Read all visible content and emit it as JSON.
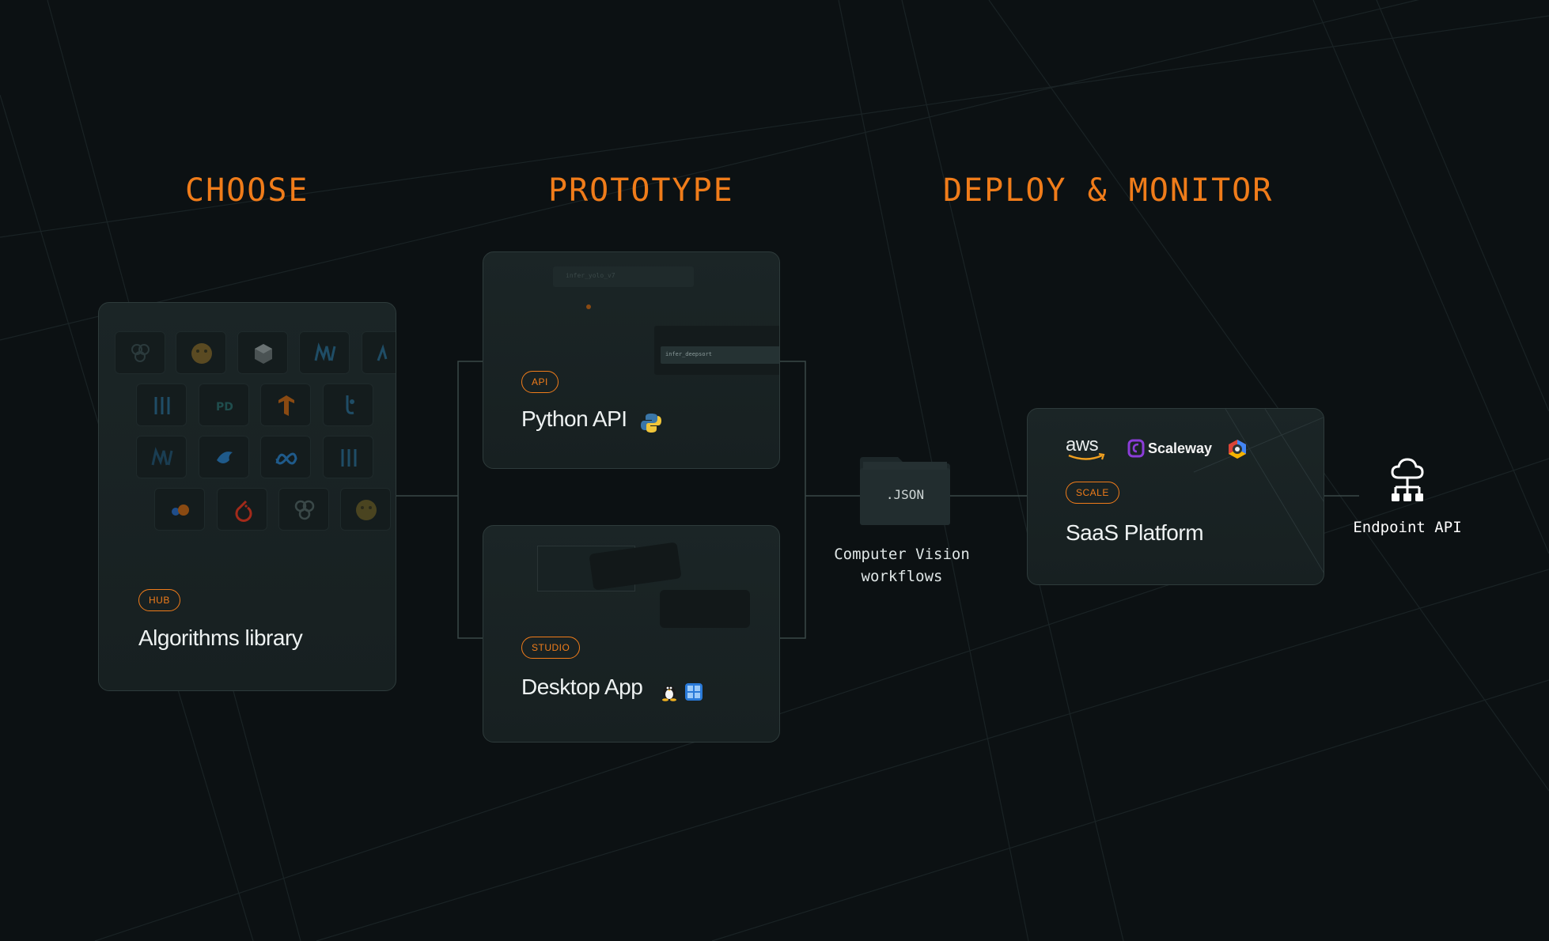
{
  "headings": {
    "choose": "CHOOSE",
    "prototype": "PROTOTYPE",
    "deploy": "DEPLOY & MONITOR"
  },
  "hub_card": {
    "badge": "HUB",
    "title": "Algorithms library"
  },
  "api_card": {
    "badge": "API",
    "title": "Python API",
    "snippet_line1": "infer_yolo_v7",
    "snippet_line2": "infer_deepsort"
  },
  "studio_card": {
    "badge": "STUDIO",
    "title": "Desktop App"
  },
  "json_node": {
    "file_label": ".JSON",
    "caption_line1": "Computer Vision",
    "caption_line2": "workflows"
  },
  "scale_card": {
    "badge": "SCALE",
    "title": "SaaS Platform",
    "providers": [
      "aws",
      "Scaleway"
    ]
  },
  "endpoint": {
    "label": "Endpoint API"
  },
  "colors": {
    "accent": "#f07c1a",
    "background": "#0c1113",
    "card": "#1b2526",
    "card_border": "#2e3b3b",
    "connector": "#3a4848"
  },
  "icons": {
    "hub_grid": [
      "cluster-icon",
      "huggingface-icon",
      "box-icon",
      "mmlab-icon",
      "mmlab-icon",
      "sliders-icon",
      "paddle-icon",
      "tensorflow-icon",
      "mediapipe-icon",
      "mmlab-icon",
      "bird-icon",
      "meta-icon",
      "sliders-icon",
      "capsule-icon",
      "pytorch-icon",
      "cluster-icon",
      "huggingface-icon"
    ],
    "python": "python-icon",
    "linux": "linux-icon",
    "windows": "windows-icon",
    "gcp": "google-cloud-icon",
    "endpoint": "cloud-network-icon"
  }
}
